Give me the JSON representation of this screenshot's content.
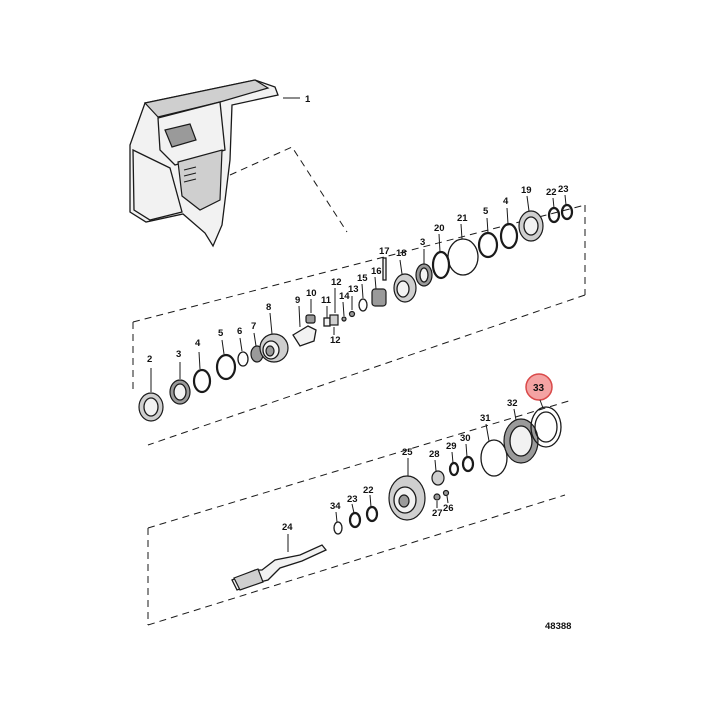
{
  "diagram": {
    "figure_number": "48388",
    "highlighted_callout": "33",
    "callouts": [
      "1",
      "2",
      "3",
      "4",
      "5",
      "6",
      "7",
      "8",
      "9",
      "10",
      "11",
      "12",
      "12",
      "13",
      "14",
      "15",
      "16",
      "17",
      "18",
      "3",
      "20",
      "21",
      "5",
      "4",
      "19",
      "22",
      "23",
      "24",
      "34",
      "23",
      "22",
      "25",
      "27",
      "26",
      "28",
      "29",
      "30",
      "31",
      "32",
      "33"
    ]
  }
}
